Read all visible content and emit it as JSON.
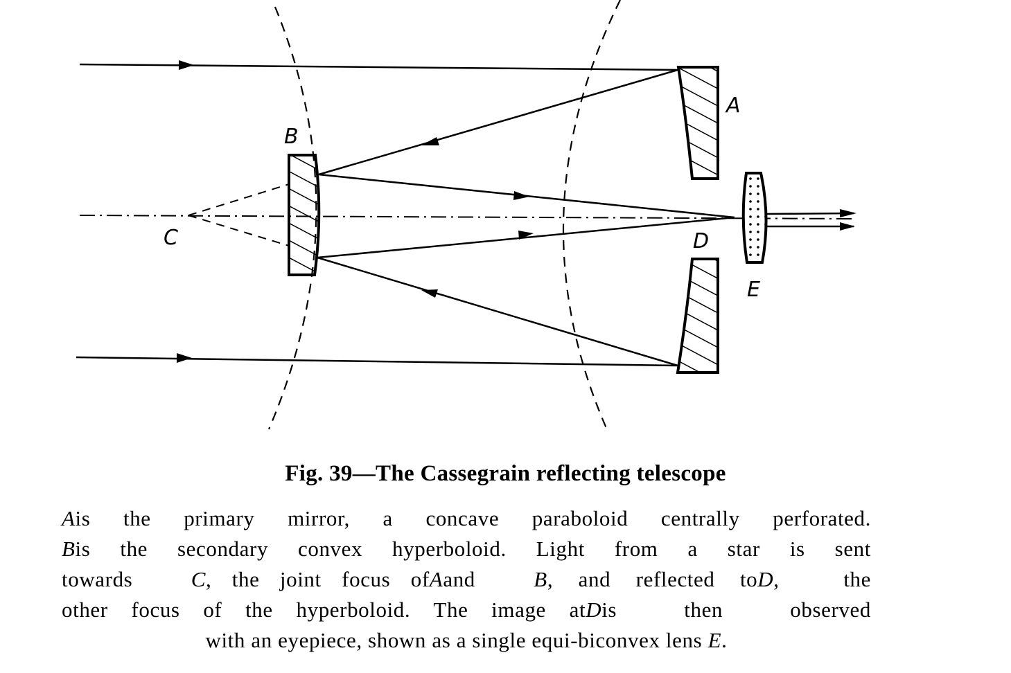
{
  "diagram": {
    "labels": {
      "A": "A",
      "B": "B",
      "C": "C",
      "D": "D",
      "E": "E"
    }
  },
  "figure": {
    "title": "Fig. 39—The Cassegrain reflecting telescope",
    "caption_lines": [
      [
        {
          "t": "A",
          "i": true
        },
        {
          "t": " is the primary mirror, a concave paraboloid centrally perforated.",
          "i": false
        }
      ],
      [
        {
          "t": "B",
          "i": true
        },
        {
          "t": " is the secondary convex hyperboloid.  Light from a star is sent",
          "i": false
        }
      ],
      [
        {
          "t": "towards ",
          "i": false
        },
        {
          "t": "C",
          "i": true
        },
        {
          "t": ", the joint focus of ",
          "i": false
        },
        {
          "t": "A",
          "i": true
        },
        {
          "t": " and ",
          "i": false
        },
        {
          "t": "B",
          "i": true
        },
        {
          "t": ", and reflected to ",
          "i": false
        },
        {
          "t": "D",
          "i": true
        },
        {
          "t": ", the",
          "i": false
        }
      ],
      [
        {
          "t": "other focus of the hyperboloid.  The image at ",
          "i": false
        },
        {
          "t": "D",
          "i": true
        },
        {
          "t": " is then observed",
          "i": false
        }
      ],
      [
        {
          "t": "with an eyepiece, shown as a single equi-biconvex lens ",
          "i": false
        },
        {
          "t": "E",
          "i": true
        },
        {
          "t": ".",
          "i": false
        }
      ]
    ]
  }
}
